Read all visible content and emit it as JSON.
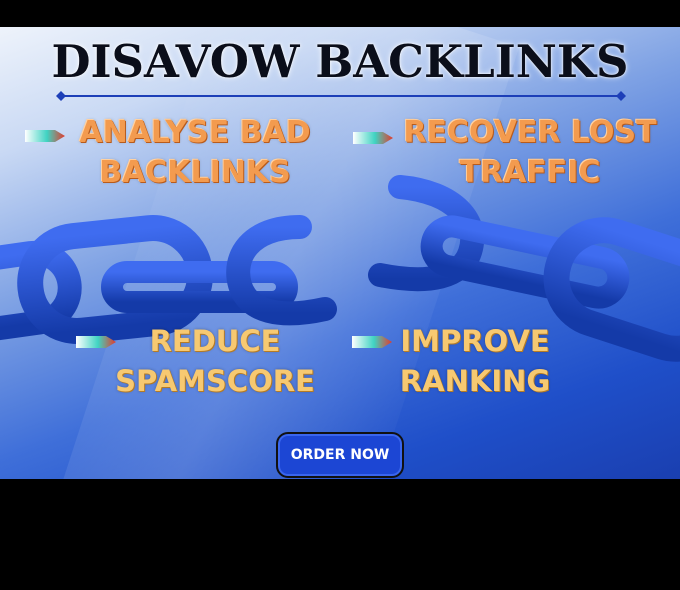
{
  "title": "DISAVOW BACKLINKS",
  "features": [
    {
      "line1": "ANALYSE BAD",
      "line2": "BACKLINKS"
    },
    {
      "line1": "RECOVER LOST",
      "line2": "TRAFFIC"
    },
    {
      "line1": "REDUCE",
      "line2": "SPAMSCORE"
    },
    {
      "line1": "IMPROVE",
      "line2": "RANKING"
    }
  ],
  "order_button": "ORDER NOW",
  "icons": {
    "bullet": "arrow-bullet-icon",
    "chain": "broken-chain-icon"
  },
  "colors": {
    "title": "#0b0e1a",
    "feature_top": "#f39b4f",
    "feature_bottom": "#f7c971",
    "chain": "#1f4ed6",
    "button": "#1c46d4",
    "background_dark": "#000000"
  }
}
